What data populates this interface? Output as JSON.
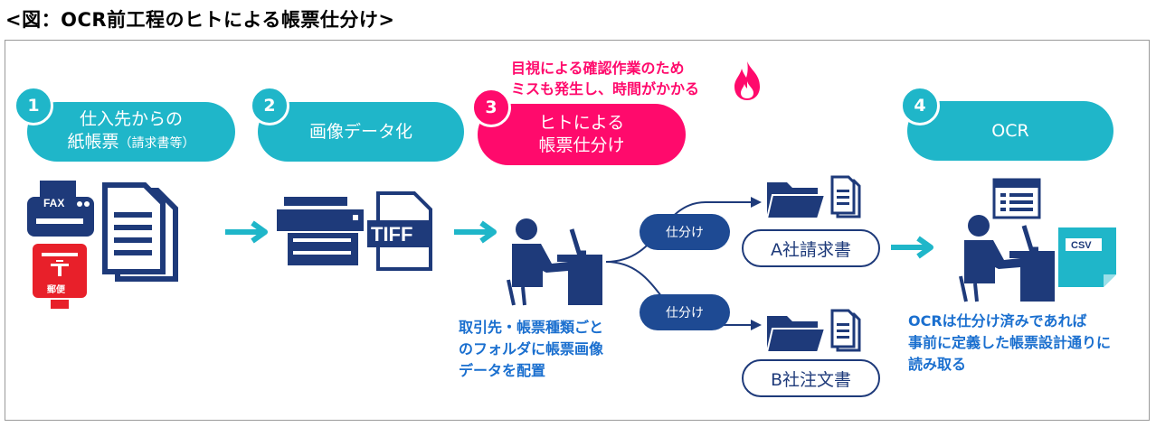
{
  "title": "<図：OCR前工程のヒトによる帳票仕分け>",
  "steps": [
    {
      "num": "1",
      "line1": "仕入先からの",
      "line2": "紙帳票",
      "line2_small": "（請求書等）"
    },
    {
      "num": "2",
      "line1": "画像データ化"
    },
    {
      "num": "3",
      "line1": "ヒトによる",
      "line2": "帳票仕分け"
    },
    {
      "num": "4",
      "line1": "OCR"
    }
  ],
  "warning": {
    "line1": "目視による確認作業のため",
    "line2": "ミスも発生し、時間がかかる"
  },
  "icons": {
    "fax_label": "FAX",
    "post_label": "郵便",
    "tiff_label": "TIFF",
    "csv_label": "CSV"
  },
  "sort": {
    "tag1": "仕分け",
    "tag2": "仕分け",
    "folder_a": "A社請求書",
    "folder_b": "B社注文書"
  },
  "note_left": {
    "line1": "取引先・帳票種類ごと",
    "line2": "のフォルダに帳票画像",
    "line3": "データを配置"
  },
  "note_right": {
    "line1": "OCRは仕分け済みであれば",
    "line2": "事前に定義した帳票設計通りに",
    "line3": "読み取る"
  },
  "colors": {
    "teal": "#1fb6c9",
    "pink": "#ff0a6c",
    "navy": "#1e3a7a",
    "blue_text": "#1a6fcf"
  }
}
